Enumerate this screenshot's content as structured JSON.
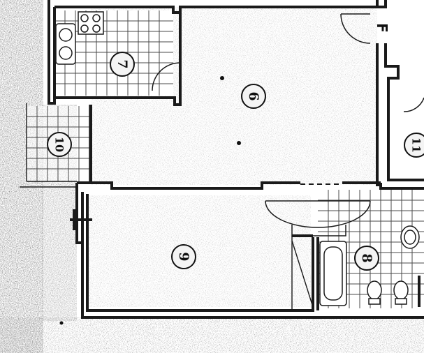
{
  "plan": {
    "rooms": [
      {
        "key": "bedroom",
        "label": "6"
      },
      {
        "key": "kitchen",
        "label": "7"
      },
      {
        "key": "bathroom",
        "label": "8"
      },
      {
        "key": "living",
        "label": "9"
      },
      {
        "key": "balcony",
        "label": "10"
      },
      {
        "key": "adjacent",
        "label": "11"
      }
    ],
    "corner_letter": "F",
    "colors": {
      "wall": "#1a1a1a",
      "paper": "#ffffff",
      "grain": "#555555"
    }
  }
}
